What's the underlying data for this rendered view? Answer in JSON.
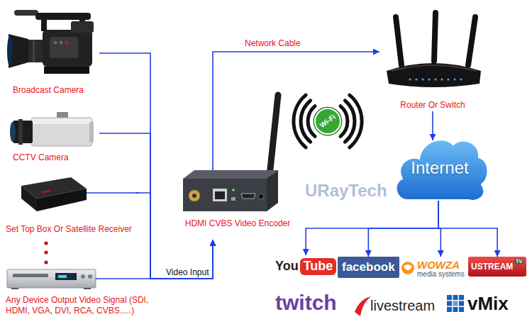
{
  "diagram": {
    "nodes": [
      {
        "text": [
          "Broadcast Camera"
        ]
      },
      {
        "text": [
          "CCTV Camera"
        ]
      },
      {
        "text": [
          "Set Top Box Or Satellite Receiver"
        ]
      },
      {
        "text": [
          "Any Device Output Video Signal (SDI, HDMI, VGA, DVI, RCA, CVBS.....)"
        ]
      },
      {
        "text": [
          "HDMI CVBS Video Encoder"
        ]
      },
      {
        "text": [
          "Wi-Fi"
        ]
      },
      {
        "text": [
          "Router Or Switch"
        ]
      },
      {
        "text": [
          "Internet"
        ]
      },
      {
        "text": [
          "You",
          "Tube"
        ]
      },
      {
        "text": [
          "facebook"
        ]
      },
      {
        "text": [
          "WOWZA",
          "media systems"
        ]
      },
      {
        "text": [
          "USTREAM",
          "TV"
        ]
      },
      {
        "text": [
          "twitch"
        ]
      },
      {
        "text": [
          "livestream"
        ]
      },
      {
        "text": [
          "vMix"
        ]
      }
    ],
    "edges": [
      {
        "from": 0,
        "to": 4,
        "arrow": "to"
      },
      {
        "from": 1,
        "to": 4,
        "arrow": "to"
      },
      {
        "from": 2,
        "to": 4,
        "arrow": "to"
      },
      {
        "from": 3,
        "to": 4,
        "label": "Video Input",
        "arrow": "to"
      },
      {
        "from": 4,
        "to": 6,
        "label": "Network Cable",
        "arrow": "to"
      },
      {
        "from": 6,
        "to": 7,
        "arrow": "to"
      },
      {
        "from": 7,
        "to": 8,
        "arrow": "to"
      },
      {
        "from": 7,
        "to": 9,
        "arrow": "to"
      },
      {
        "from": 7,
        "to": 10,
        "arrow": "to"
      },
      {
        "from": 7,
        "to": 11,
        "arrow": "to"
      }
    ],
    "labels": [
      "URayTech"
    ]
  }
}
